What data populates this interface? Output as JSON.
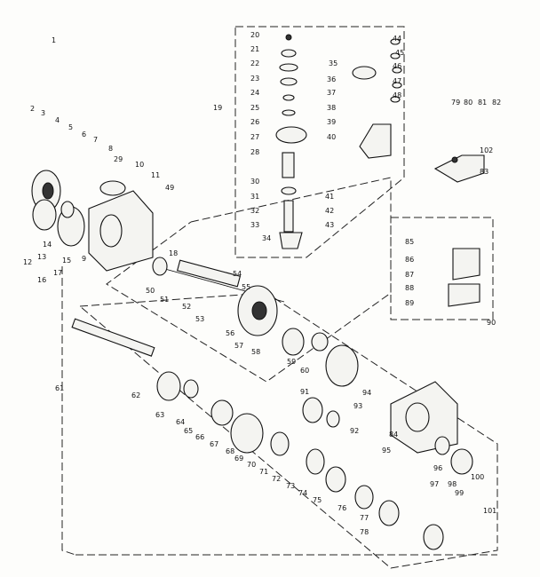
{
  "labels": [
    "1",
    "2",
    "3",
    "4",
    "5",
    "6",
    "7",
    "8",
    "9",
    "10",
    "11",
    "12",
    "13",
    "14",
    "15",
    "16",
    "17",
    "18",
    "19",
    "20",
    "21",
    "22",
    "23",
    "24",
    "25",
    "26",
    "27",
    "28",
    "29",
    "30",
    "31",
    "32",
    "33",
    "34",
    "35",
    "36",
    "37",
    "38",
    "39",
    "40",
    "41",
    "42",
    "43",
    "44",
    "45",
    "46",
    "47",
    "48",
    "49",
    "50",
    "51",
    "52",
    "53",
    "54",
    "55",
    "56",
    "57",
    "58",
    "59",
    "60",
    "61",
    "62",
    "63",
    "64",
    "65",
    "66",
    "67",
    "68",
    "69",
    "70",
    "71",
    "72",
    "73",
    "74",
    "75",
    "76",
    "77",
    "78",
    "79",
    "80",
    "81",
    "82",
    "83",
    "84",
    "85",
    "86",
    "87",
    "88",
    "89",
    "90",
    "91",
    "92",
    "93",
    "94",
    "95",
    "96",
    "97",
    "98",
    "99",
    "100",
    "101",
    "102"
  ]
}
